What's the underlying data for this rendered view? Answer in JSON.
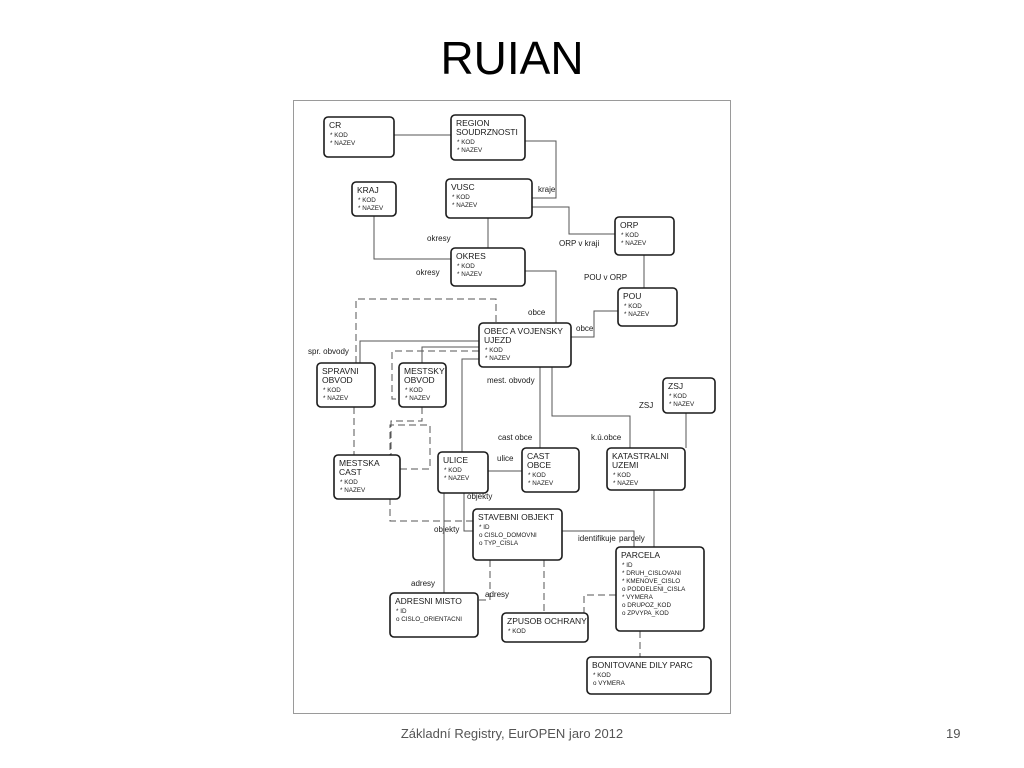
{
  "slide": {
    "title": "RUIAN",
    "footer": "Základní Registry, EurOPEN jaro 2012",
    "page_number": "19"
  },
  "diagram": {
    "entities": [
      {
        "id": "cr",
        "name_lines": [
          "CR"
        ],
        "attrs": [
          "* KOD",
          "* NAZEV"
        ]
      },
      {
        "id": "region",
        "name_lines": [
          "REGION",
          "SOUDRZNOSTI"
        ],
        "attrs": [
          "* KOD",
          "* NAZEV"
        ]
      },
      {
        "id": "kraj",
        "name_lines": [
          "KRAJ"
        ],
        "attrs": [
          "* KOD",
          "* NAZEV"
        ]
      },
      {
        "id": "vusc",
        "name_lines": [
          "VUSC"
        ],
        "attrs": [
          "* KOD",
          "* NAZEV"
        ]
      },
      {
        "id": "orp",
        "name_lines": [
          "ORP"
        ],
        "attrs": [
          "* KOD",
          "* NAZEV"
        ]
      },
      {
        "id": "okres",
        "name_lines": [
          "OKRES"
        ],
        "attrs": [
          "* KOD",
          "* NAZEV"
        ]
      },
      {
        "id": "pou",
        "name_lines": [
          "POU"
        ],
        "attrs": [
          "* KOD",
          "* NAZEV"
        ]
      },
      {
        "id": "obec",
        "name_lines": [
          "OBEC A VOJENSKY",
          "UJEZD"
        ],
        "attrs": [
          "* KOD",
          "* NAZEV"
        ]
      },
      {
        "id": "zsj",
        "name_lines": [
          "ZSJ"
        ],
        "attrs": [
          "* KOD",
          "* NAZEV"
        ]
      },
      {
        "id": "spravni",
        "name_lines": [
          "SPRAVNI",
          "OBVOD"
        ],
        "attrs": [
          "* KOD",
          "* NAZEV"
        ]
      },
      {
        "id": "mestsky",
        "name_lines": [
          "MESTSKY",
          "OBVOD"
        ],
        "attrs": [
          "* KOD",
          "* NAZEV"
        ]
      },
      {
        "id": "mestska",
        "name_lines": [
          "MESTSKA",
          "CAST"
        ],
        "attrs": [
          "* KOD",
          "* NAZEV"
        ]
      },
      {
        "id": "ulice",
        "name_lines": [
          "ULICE"
        ],
        "attrs": [
          "* KOD",
          "* NAZEV"
        ]
      },
      {
        "id": "cast",
        "name_lines": [
          "CAST",
          "OBCE"
        ],
        "attrs": [
          "* KOD",
          "* NAZEV"
        ]
      },
      {
        "id": "katastr",
        "name_lines": [
          "KATASTRALNI",
          "UZEMI"
        ],
        "attrs": [
          "* KOD",
          "* NAZEV"
        ]
      },
      {
        "id": "stavebni",
        "name_lines": [
          "STAVEBNI OBJEKT"
        ],
        "attrs": [
          "* ID",
          "o CISLO_DOMOVNI",
          "o TYP_CISLA"
        ]
      },
      {
        "id": "parcela",
        "name_lines": [
          "PARCELA"
        ],
        "attrs": [
          "* ID",
          "* DRUH_CISLOVANI",
          "* KMENOVE_CISLO",
          "o PODDELENI_CISLA",
          "* VYMERA",
          "o DRUPOZ_KOD",
          "o ZPVYPA_KOD"
        ]
      },
      {
        "id": "adresni",
        "name_lines": [
          "ADRESNI MISTO"
        ],
        "attrs": [
          "* ID",
          "o CISLO_ORIENTACNI"
        ]
      },
      {
        "id": "zpusob",
        "name_lines": [
          "ZPUSOB OCHRANY"
        ],
        "attrs": [
          "* KOD"
        ]
      },
      {
        "id": "bonit",
        "name_lines": [
          "BONITOVANE DILY PARC"
        ],
        "attrs": [
          "* KOD",
          "o VYMERA"
        ]
      }
    ],
    "relationship_labels": [
      "kraje",
      "okresy",
      "okresy",
      "ORP v kraji",
      "POU v ORP",
      "obce",
      "obce",
      "spr. obvody",
      "mest. obvody",
      "ZSJ",
      "cast obce",
      "k.ú.obce",
      "ulice",
      "objekty",
      "objekty",
      "identifikuje",
      "parcely",
      "adresy",
      "adresy"
    ]
  }
}
